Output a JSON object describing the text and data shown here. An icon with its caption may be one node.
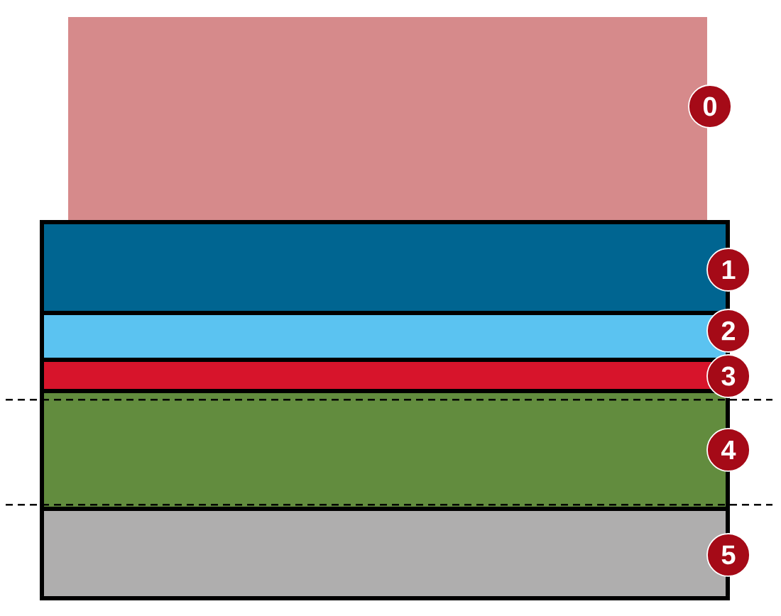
{
  "diagram": {
    "nodes": [
      {
        "text": [],
        "shape": "box"
      },
      {
        "text": [],
        "shape": "box"
      },
      {
        "text": [],
        "shape": "box"
      },
      {
        "text": [],
        "shape": "box"
      },
      {
        "text": [],
        "shape": "box"
      },
      {
        "text": [],
        "shape": "box"
      }
    ],
    "labels": [
      "0",
      "1",
      "2",
      "3",
      "4",
      "5"
    ]
  }
}
